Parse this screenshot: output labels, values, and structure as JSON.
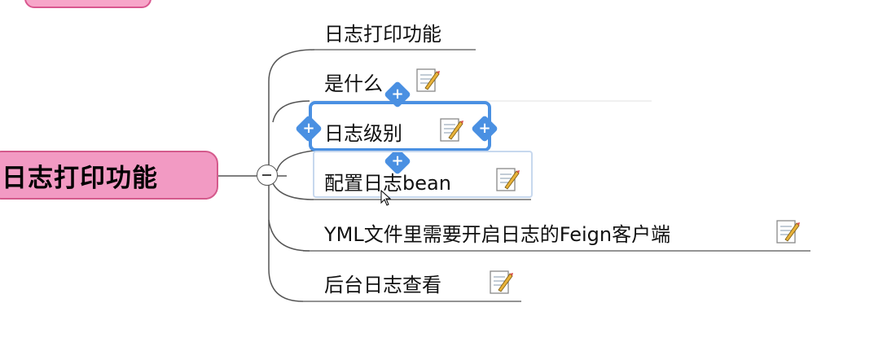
{
  "central_topic": {
    "label": "日志打印功能"
  },
  "subtopics": [
    {
      "label": "日志打印功能",
      "has_note": false
    },
    {
      "label": "是什么",
      "has_note": true
    },
    {
      "label": "日志级别",
      "has_note": true
    },
    {
      "label": "配置日志bean",
      "has_note": true
    },
    {
      "label": "YML文件里需要开启日志的Feign客户端",
      "has_note": true
    },
    {
      "label": "后台日志查看",
      "has_note": true
    }
  ],
  "selection": {
    "selected_index": 2,
    "hover_index": 3
  },
  "colors": {
    "central_fill": "#f29ac3",
    "central_border": "#d45a8c",
    "selection_blue": "#4a90e2",
    "connector": "#555555"
  },
  "icons": {
    "note": "note-pencil-icon",
    "collapse": "collapse-minus-icon",
    "add_handle": "add-topic-plus-icon",
    "cursor": "mouse-pointer-icon"
  }
}
